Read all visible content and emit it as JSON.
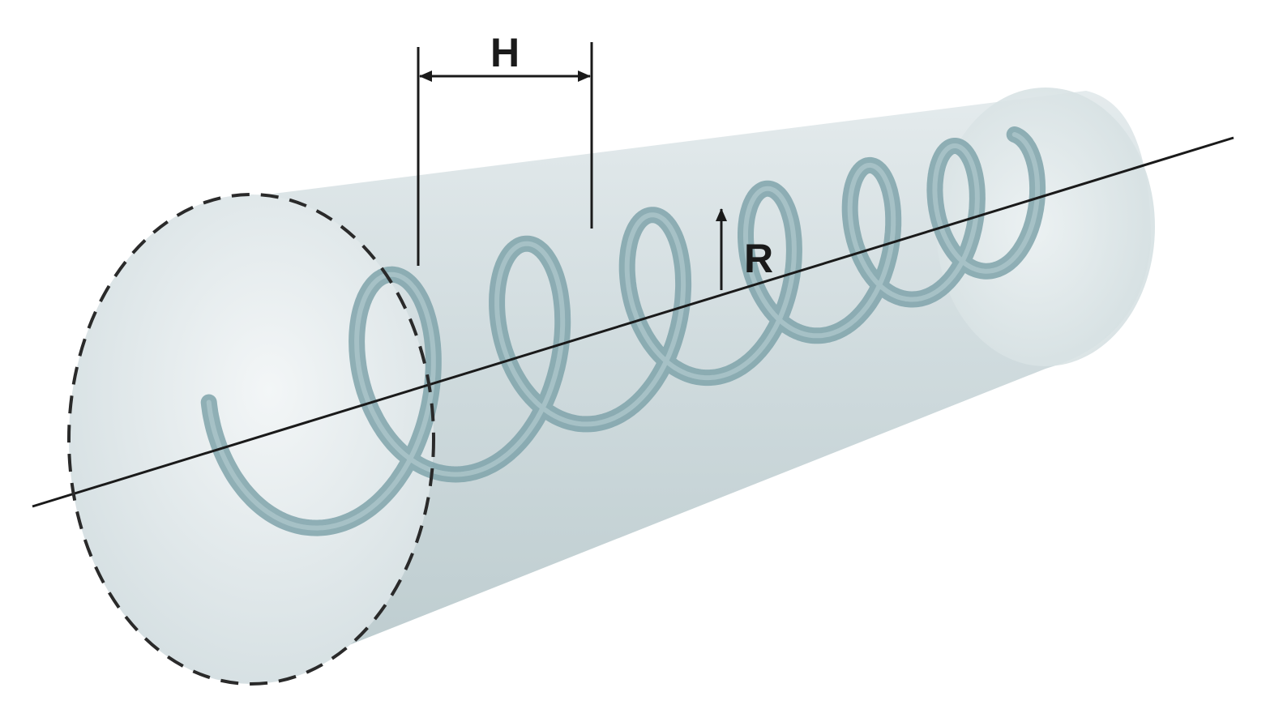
{
  "labels": {
    "pitch": "H",
    "radius": "R"
  },
  "colors": {
    "background": "#ffffff",
    "tube_fill": "#c9d6d9",
    "tube_far_end": "#dde6e8",
    "helix": "#7fa3aa",
    "helix_highlight": "#a9c3c8",
    "axis_line": "#1a1a1a",
    "dashed_rim": "#2a2a2a",
    "dimension_line": "#1a1a1a"
  },
  "helix": {
    "visible_turns": 6
  }
}
